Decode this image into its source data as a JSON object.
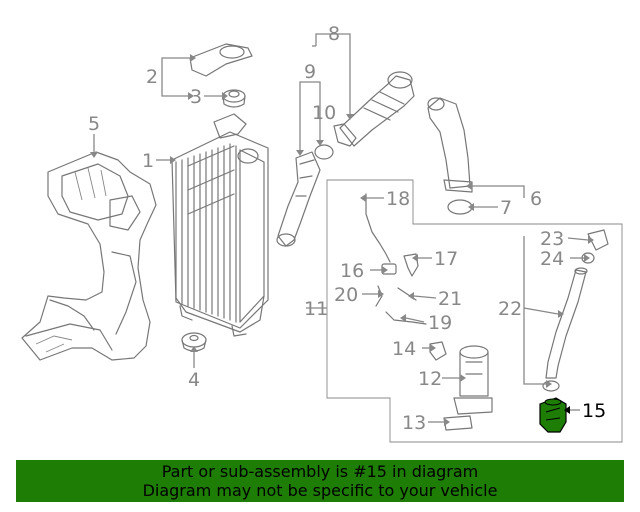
{
  "diagram": {
    "callouts": [
      {
        "id": "c1",
        "text": "1"
      },
      {
        "id": "c2",
        "text": "2"
      },
      {
        "id": "c3",
        "text": "3"
      },
      {
        "id": "c4",
        "text": "4"
      },
      {
        "id": "c5",
        "text": "5"
      },
      {
        "id": "c6",
        "text": "6"
      },
      {
        "id": "c7",
        "text": "7"
      },
      {
        "id": "c8",
        "text": "8"
      },
      {
        "id": "c9",
        "text": "9"
      },
      {
        "id": "c10",
        "text": "10"
      },
      {
        "id": "c11",
        "text": "11"
      },
      {
        "id": "c12",
        "text": "12"
      },
      {
        "id": "c13",
        "text": "13"
      },
      {
        "id": "c14",
        "text": "14"
      },
      {
        "id": "c15",
        "text": "15",
        "highlighted": true
      },
      {
        "id": "c16",
        "text": "16"
      },
      {
        "id": "c17",
        "text": "17"
      },
      {
        "id": "c18",
        "text": "18"
      },
      {
        "id": "c19",
        "text": "19"
      },
      {
        "id": "c20",
        "text": "20"
      },
      {
        "id": "c21",
        "text": "21"
      },
      {
        "id": "c22",
        "text": "22"
      },
      {
        "id": "c23",
        "text": "23"
      },
      {
        "id": "c24",
        "text": "24"
      }
    ],
    "colors": {
      "line": "#777777",
      "highlight_part": "#1e7d05",
      "banner": "#1e7d05"
    }
  },
  "banner": {
    "line1": "Part or sub-assembly is #15 in diagram",
    "line2": "Diagram may not be specific to your vehicle"
  }
}
